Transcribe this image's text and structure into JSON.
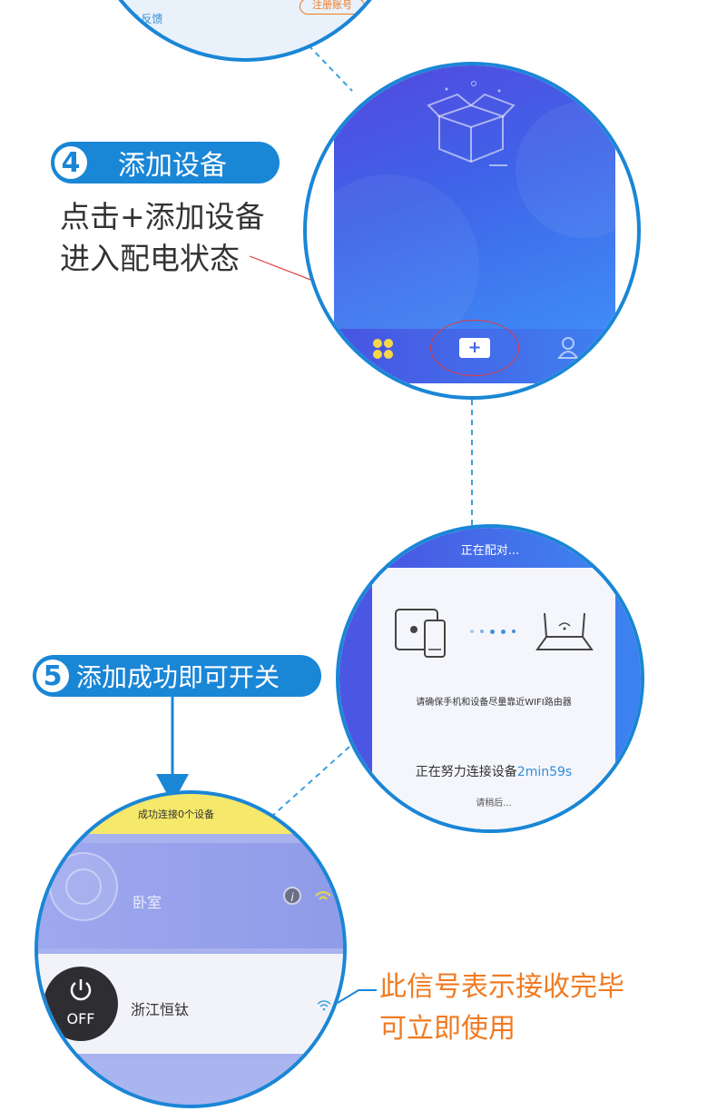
{
  "top_circle": {
    "link_text": "帮助&反馈",
    "button_text": "注册账号"
  },
  "step4": {
    "number": "4",
    "title": "添加设备",
    "desc_lines": [
      "点击+添加设备",
      "进入配电状态"
    ]
  },
  "step4_screen": {
    "tabs": [
      "home-icon",
      "add-icon",
      "user-icon"
    ],
    "accent": "#3f63e8"
  },
  "step5": {
    "number": "5",
    "title": "添加成功即可开关"
  },
  "pairing_screen": {
    "header": "正在配对...",
    "hint": "请确保手机和设备尽量靠近WIFI路由器",
    "progress_prefix": "正在努力连接设备",
    "countdown": "2min59s",
    "wait": "请稍后..."
  },
  "device_list": {
    "banner": "成功连接0个设备",
    "rooms": [
      {
        "name": "卧室"
      },
      {
        "name": "浙江恒钛",
        "switch_label": "OFF"
      }
    ]
  },
  "signal_note": {
    "lines": [
      "此信号表示接收完毕",
      "可立即使用"
    ]
  },
  "colors": {
    "brand_blue": "#1a86d6",
    "annotation_orange": "#f07a22",
    "annotation_red": "#e03a3a"
  }
}
